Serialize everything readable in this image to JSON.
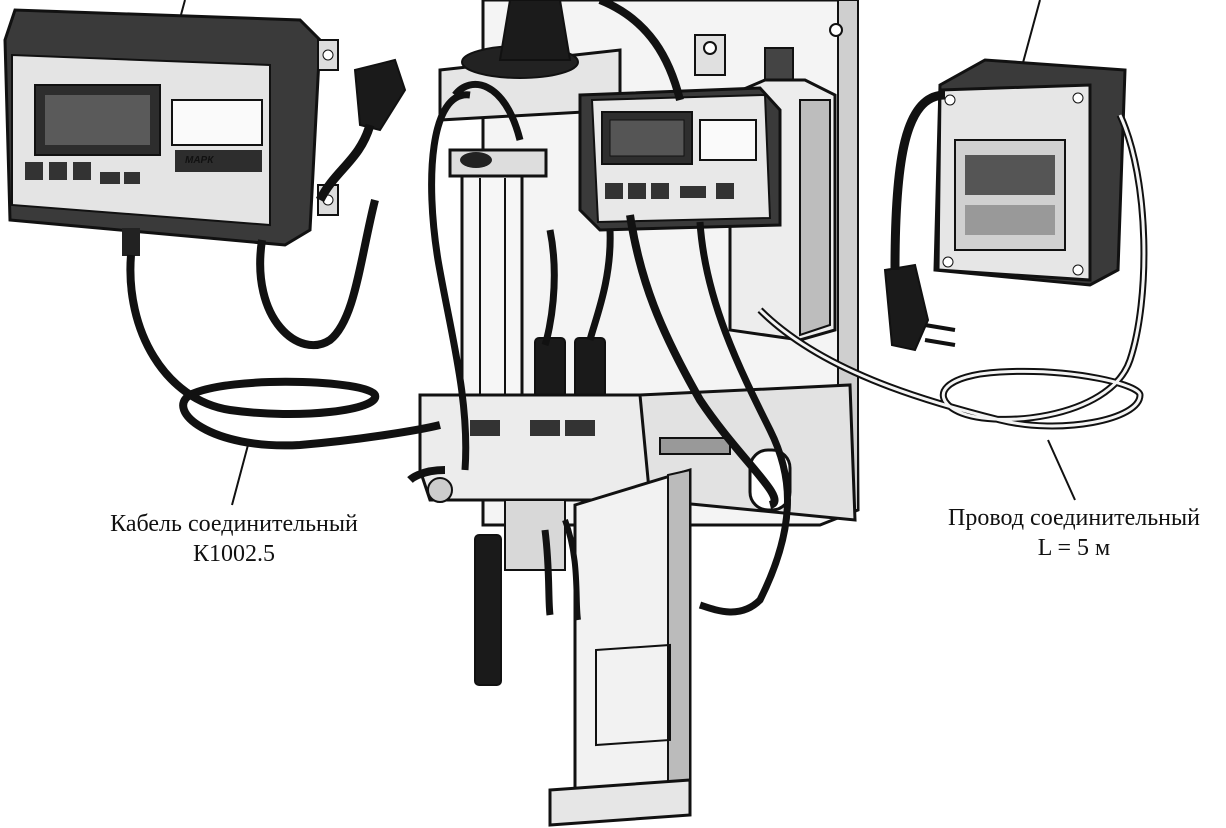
{
  "captions": {
    "cable_line1": "Кабель соединительный",
    "cable_line2": "К1002.5",
    "wire_line1": "Провод соединительный",
    "wire_line2": "L = 5 м"
  },
  "device": {
    "brand_label": "МАРК"
  },
  "colors": {
    "ink": "#111111",
    "body_dark": "#2a2a2a",
    "panel_light": "#e9e9e9",
    "paper": "#ffffff"
  }
}
